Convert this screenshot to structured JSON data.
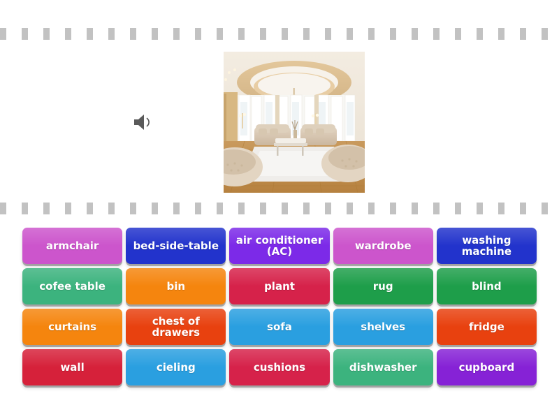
{
  "activity": {
    "type": "match-up-word-tiles",
    "rails": {
      "dash_color": "#c2c2c2",
      "count": 2
    }
  },
  "question": {
    "audio_button": {
      "icon": "speaker-icon",
      "label": "Play audio",
      "color": "#5a5a5a"
    },
    "image": {
      "alt": "living room with circular tray ceiling, chandelier, beige tufted sofas, white rug and wooden floor",
      "name": "living-room-photo"
    }
  },
  "tiles": [
    {
      "label": "armchair",
      "color": "#cc55cc"
    },
    {
      "label": "bed-side-table",
      "color": "#2233cc"
    },
    {
      "label": "air conditioner (AC)",
      "color": "#7c2ae8"
    },
    {
      "label": "wardrobe",
      "color": "#cc55cc"
    },
    {
      "label": "washing machine",
      "color": "#2233cc"
    },
    {
      "label": "cofee table",
      "color": "#3cb37e"
    },
    {
      "label": "bin",
      "color": "#f5850e"
    },
    {
      "label": "plant",
      "color": "#d6224a"
    },
    {
      "label": "rug",
      "color": "#1e9e4a"
    },
    {
      "label": "blind",
      "color": "#1e9e4a"
    },
    {
      "label": "curtains",
      "color": "#f5850e"
    },
    {
      "label": "chest of drawers",
      "color": "#e8410f"
    },
    {
      "label": "sofa",
      "color": "#2a9fe0"
    },
    {
      "label": "shelves",
      "color": "#2a9fe0"
    },
    {
      "label": "fridge",
      "color": "#e8410f"
    },
    {
      "label": "wall",
      "color": "#d6213a"
    },
    {
      "label": "cieling",
      "color": "#2a9fe0"
    },
    {
      "label": "cushions",
      "color": "#d6224a"
    },
    {
      "label": "dishwasher",
      "color": "#3cb37e"
    },
    {
      "label": "cupboard",
      "color": "#8622d6"
    }
  ]
}
